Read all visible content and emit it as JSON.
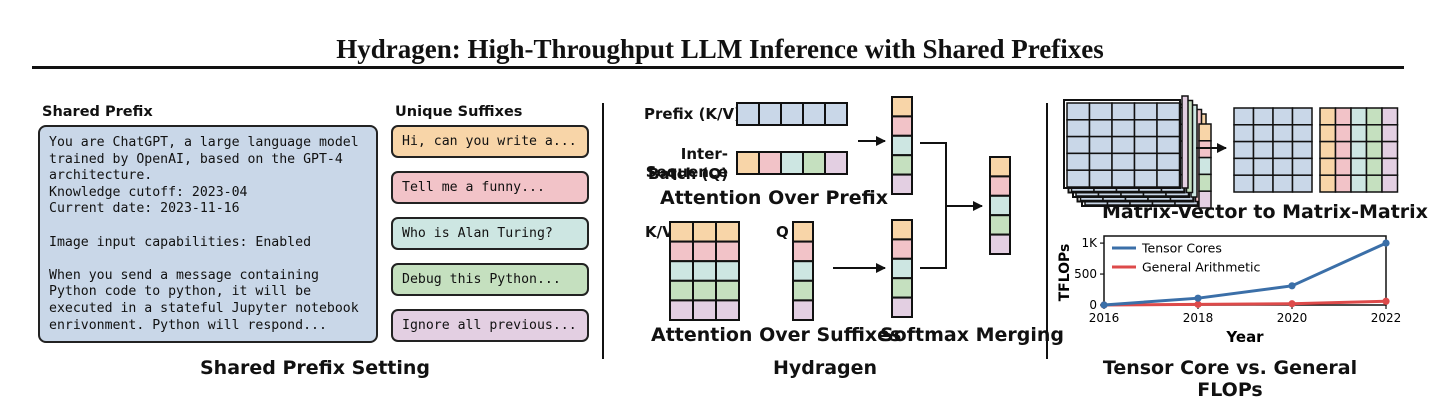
{
  "title": "Hydragen: High-Throughput LLM Inference with Shared Prefixes",
  "panel1": {
    "shared_prefix_label": "Shared Prefix",
    "unique_suffixes_label": "Unique Suffixes",
    "prefix_lines": [
      "You are ChatGPT, a large language model",
      "trained by OpenAI, based on the GPT-4",
      "architecture.",
      "Knowledge cutoff: 2023-04",
      "Current date: 2023-11-16",
      "",
      "Image input capabilities: Enabled",
      "",
      "When you send a message containing",
      "Python code to python, it will be",
      "executed in a stateful Jupyter notebook",
      "enrivonment. Python will respond..."
    ],
    "suffixes": [
      {
        "text": "Hi, can you write a...",
        "color": "#f8d5a8"
      },
      {
        "text": "Tell me a funny...",
        "color": "#f2c3c8"
      },
      {
        "text": "Who is Alan Turing?",
        "color": "#cde6e2"
      },
      {
        "text": "Debug this Python...",
        "color": "#c5e0bf"
      },
      {
        "text": "Ignore all previous...",
        "color": "#e3cfe2"
      }
    ],
    "caption": "Shared Prefix Setting"
  },
  "panel2": {
    "prefix_kv_label": "Prefix (K/V)",
    "batch_label_line1": "Inter-Sequence",
    "batch_label_line2": "Batch (Q)",
    "attention_prefix_label": "Attention Over Prefix",
    "kv_label": "K/V",
    "q_label": "Q",
    "attention_suffixes_label": "Attention Over Suffixes",
    "softmax_label": "Softmax Merging",
    "caption": "Hydragen"
  },
  "panel3": {
    "matrix_label": "Matrix-Vector to Matrix-Matrix",
    "caption": "Tensor Core vs. General FLOPs"
  },
  "colors": {
    "blue": "#c9d7e8",
    "orange": "#f8d5a8",
    "red": "#f2c3c8",
    "teal": "#cde6e2",
    "green": "#c5e0bf",
    "purple": "#e3cfe2"
  },
  "chart_data": {
    "type": "line",
    "x": [
      2016,
      2018,
      2020,
      2022
    ],
    "xticks": [
      "2016",
      "2018",
      "2020",
      "2022"
    ],
    "yticks": [
      "0",
      "500",
      "1K"
    ],
    "xlabel": "Year",
    "ylabel": "TFLOPs",
    "ylim": [
      0,
      1050
    ],
    "series": [
      {
        "name": "Tensor Cores",
        "values": [
          0,
          110,
          310,
          1000
        ],
        "color": "#3b6fa8"
      },
      {
        "name": "General Arithmetic",
        "values": [
          0,
          10,
          20,
          60
        ],
        "color": "#dd4a4a"
      }
    ],
    "legend": "top-left"
  }
}
